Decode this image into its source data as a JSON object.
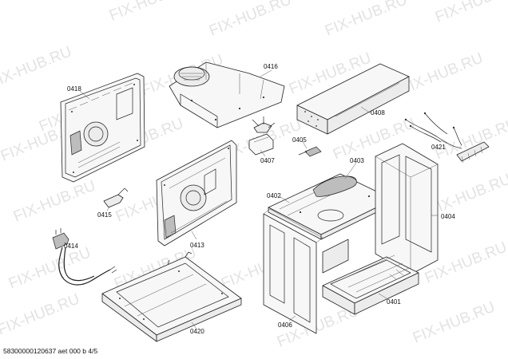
{
  "watermark_text": "FIX-HUB.RU",
  "footer": {
    "code": "58300000120637 aet 000 b 4/5"
  },
  "parts": {
    "p0418": "0418",
    "p0416": "0416",
    "p0408": "0408",
    "p0405": "0405",
    "p0407": "0407",
    "p0403": "0403",
    "p0421": "0421",
    "p0402": "0402",
    "p0415": "0415",
    "p0404": "0404",
    "p0414": "0414",
    "p0413": "0413",
    "p0401": "0401",
    "p0420": "0420",
    "p0406": "0406"
  }
}
